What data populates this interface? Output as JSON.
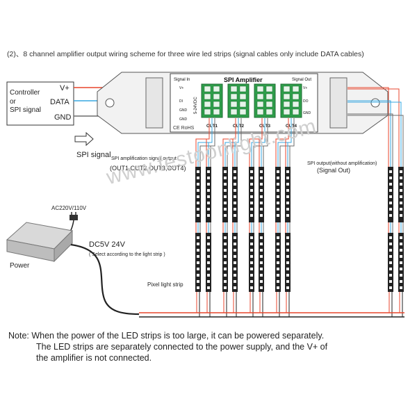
{
  "heading": "(2)、8 channel amplifier output wiring scheme for three wire led strips (signal cables only include DATA cables)",
  "controller": {
    "line1": "Controller",
    "line2": "or",
    "line3": "SPI signal",
    "pin_vplus": "V+",
    "pin_data": "DATA",
    "pin_gnd": "GND"
  },
  "spi_signal_label": "SPI signal",
  "amplifier": {
    "title": "SPI  Amplifier",
    "signal_in": "Signal In",
    "signal_out": "Signal Out",
    "voltage": "5-24VDC",
    "ce_rohs": "CE RoHS",
    "in_pins": [
      "V+",
      "DI",
      "GND",
      "GND"
    ],
    "out_pins": [
      "V+",
      "DO",
      "GND"
    ],
    "outputs": [
      "OUT1",
      "OUT2",
      "OUT3",
      "OUT4"
    ]
  },
  "amp_output_label": {
    "line1": "SPI amplification signal output",
    "line2": "(OUT1,OUT2,OUT3,OUT4)"
  },
  "signal_out_label": {
    "line1": "SPI output(without amplification)",
    "line2": "(Signal Out)"
  },
  "power": {
    "ac": "AC220V/110V",
    "label": "Power",
    "dc": "DC5V  24V",
    "select": "( Select according to the light strip )"
  },
  "strip_label": "Pixel light strip",
  "watermark": "www.festoonlight.com",
  "note": {
    "line1": "Note: When the power of the LED strips is too large, it can be powered separately.",
    "line2": "The LED strips are separately connected to the power supply, and the V+ of",
    "line3": "the amplifier is not connected."
  },
  "colors": {
    "vplus_wire": "#e8452c",
    "data_wire": "#37a7e0",
    "gnd_wire": "#6b6b6b",
    "terminal_green": "#2e9e4a",
    "strip_body": "#222222"
  }
}
